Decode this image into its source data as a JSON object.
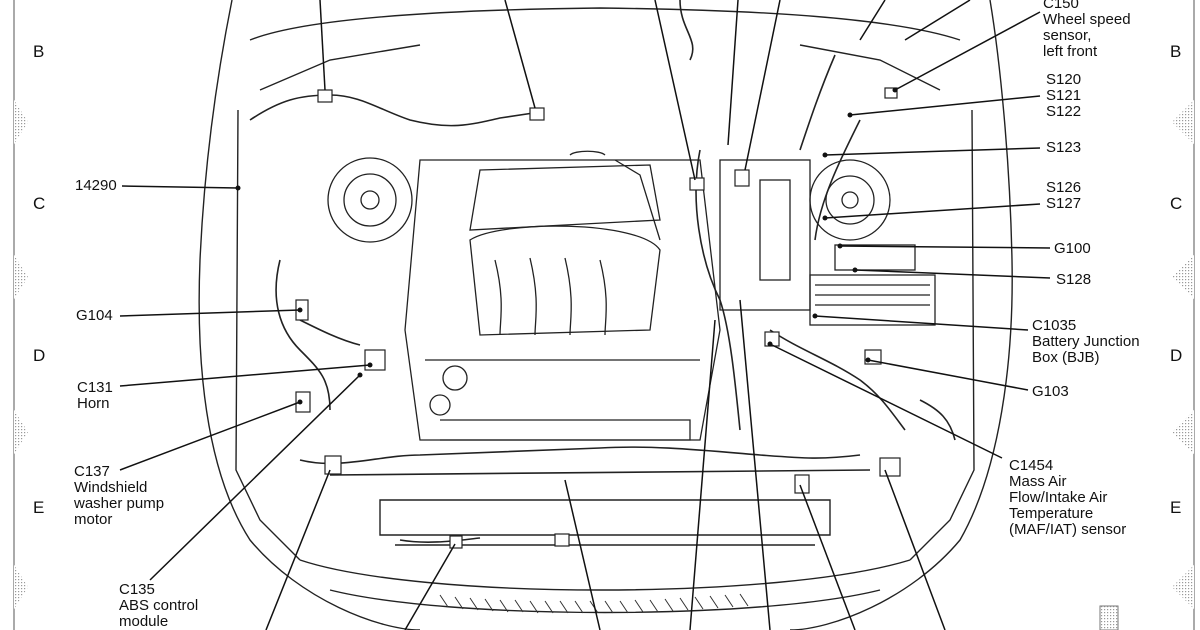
{
  "grid_rows": [
    "B",
    "C",
    "D",
    "E"
  ],
  "labels": {
    "c150": [
      "C150",
      "Wheel speed",
      "sensor,",
      "left front"
    ],
    "s120": [
      "S120",
      "S121",
      "S122"
    ],
    "s123": "S123",
    "s126": [
      "S126",
      "S127"
    ],
    "g100": "G100",
    "s128": "S128",
    "c1035": [
      "C1035",
      "Battery Junction",
      "Box (BJB)"
    ],
    "g103": "G103",
    "c1454": [
      "C1454",
      "Mass Air",
      "Flow/Intake Air",
      "Temperature",
      "(MAF/IAT) sensor"
    ],
    "n14290": "14290",
    "g104": "G104",
    "c131": [
      "C131",
      "Horn"
    ],
    "c137": [
      "C137",
      "Windshield",
      "washer pump",
      "motor"
    ],
    "c135": [
      "C135",
      "ABS control",
      "module"
    ]
  },
  "colors": {
    "ink": "#111111",
    "line": "#222222",
    "edge_pattern": "#bdbdbd"
  }
}
